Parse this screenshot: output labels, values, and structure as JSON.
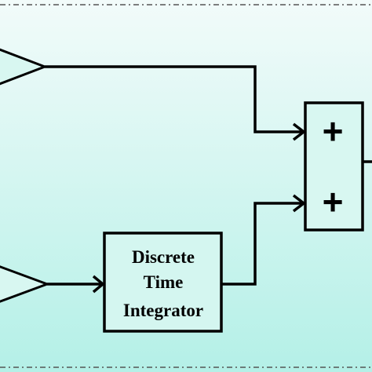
{
  "colors": {
    "background_top": "#f2fbfa",
    "background_bottom": "#b4f0e7",
    "stroke": "#000000",
    "dashed_border": "#555555"
  },
  "integrator": {
    "line1": "Discrete",
    "line2": "Time",
    "line3": "Integrator"
  },
  "sum_block": {
    "sign1": "+",
    "sign2": "+"
  }
}
